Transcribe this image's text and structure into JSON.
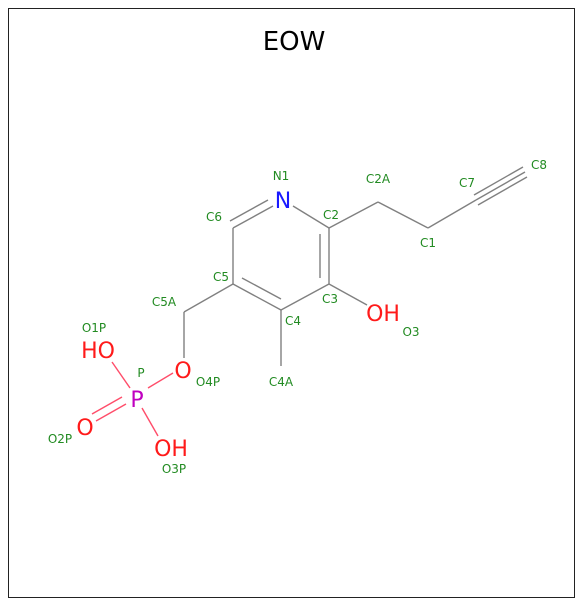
{
  "title": "EOW",
  "colors": {
    "carbon_label": "#228b22",
    "nitrogen": "#1a1aff",
    "oxygen": "#ff1a1a",
    "phosphorus": "#c000c0",
    "bond": "#808080"
  },
  "atoms": {
    "N1": "N1",
    "C2": "C2",
    "C3": "C3",
    "C4": "C4",
    "C5": "C5",
    "C6": "C6",
    "C2A": "C2A",
    "C1": "C1",
    "C7": "C7",
    "C8": "C8",
    "O3": "O3",
    "C4A": "C4A",
    "C5A": "C5A",
    "O4P": "O4P",
    "P": "P",
    "O1P": "O1P",
    "O2P": "O2P",
    "O3P": "O3P"
  },
  "symbols": {
    "N": "N",
    "OH_O3": "OH",
    "O_O4P": "O",
    "P": "P",
    "HO_O1P": "HO",
    "O_O2P": "O",
    "OH_O3P": "OH"
  }
}
